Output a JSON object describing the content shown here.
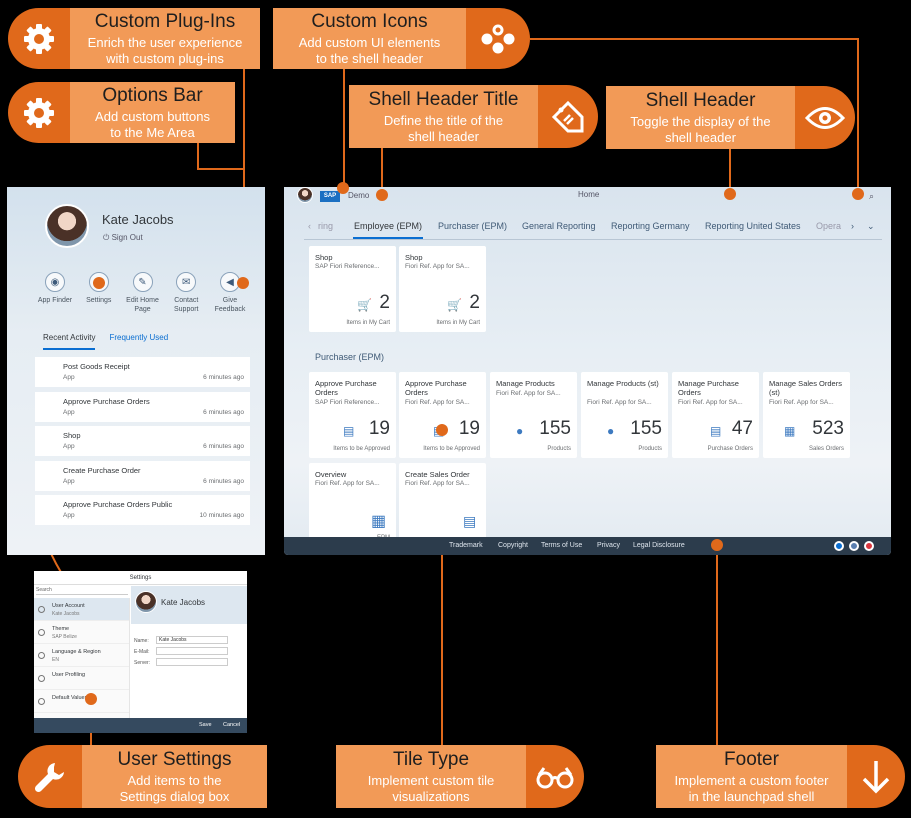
{
  "callouts": {
    "plugins": {
      "title": "Custom Plug-Ins",
      "desc1": "Enrich the user experience",
      "desc2": "with custom plug-ins",
      "icon": "gear-icon"
    },
    "options": {
      "title": "Options Bar",
      "desc1": "Add custom buttons",
      "desc2": "to the Me Area",
      "icon": "gear-icon"
    },
    "icons": {
      "title": "Custom Icons",
      "desc1": "Add custom UI elements",
      "desc2": "to the shell header",
      "icon": "dots-icon"
    },
    "header_title": {
      "title": "Shell Header Title",
      "desc1": "Define the title of the",
      "desc2": "shell header",
      "icon": "tag-icon"
    },
    "shell_header": {
      "title": "Shell Header",
      "desc1": "Toggle the display of the",
      "desc2": "shell header",
      "icon": "eye-icon"
    },
    "user_settings": {
      "title": "User Settings",
      "desc1": "Add items to the",
      "desc2": "Settings dialog box",
      "icon": "wrench-icon"
    },
    "tile_type": {
      "title": "Tile Type",
      "desc1": "Implement custom tile",
      "desc2": "visualizations",
      "icon": "glasses-icon"
    },
    "footer": {
      "title": "Footer",
      "desc1": "Implement a custom footer",
      "desc2": "in the launchpad shell",
      "icon": "arrow-down-icon"
    }
  },
  "me_area": {
    "name": "Kate Jacobs",
    "sign_out": "Sign Out",
    "actions": [
      {
        "label": "App Finder",
        "icon": "binoculars-icon"
      },
      {
        "label": "Settings",
        "icon": "gear-icon"
      },
      {
        "label": "Edit Home Page",
        "icon": "pencil-icon"
      },
      {
        "label": "Contact Support",
        "icon": "envelope-icon"
      },
      {
        "label": "Give Feedback",
        "icon": "megaphone-icon"
      }
    ],
    "tabs": [
      "Recent Activity",
      "Frequently Used"
    ],
    "items": [
      {
        "title": "Post Goods Receipt",
        "sub": "App",
        "time": "6 minutes ago"
      },
      {
        "title": "Approve Purchase Orders",
        "sub": "App",
        "time": "6 minutes ago"
      },
      {
        "title": "Shop",
        "sub": "App",
        "time": "6 minutes ago"
      },
      {
        "title": "Create Purchase Order",
        "sub": "App",
        "time": "6 minutes ago"
      },
      {
        "title": "Approve Purchase Orders Public",
        "sub": "App",
        "time": "10 minutes ago"
      }
    ]
  },
  "settings": {
    "title": "Settings",
    "search": "Search",
    "items": [
      {
        "a": "User Account",
        "b": "Kate Jacobs"
      },
      {
        "a": "Theme",
        "b": "SAP Belize"
      },
      {
        "a": "Language & Region",
        "b": "EN"
      },
      {
        "a": "User Profiling",
        "b": ""
      },
      {
        "a": "Default Values",
        "b": ""
      }
    ],
    "profile_name": "Kate Jacobs",
    "fields": [
      {
        "label": "Name:",
        "value": "Kate Jacobs"
      },
      {
        "label": "E-Mail:",
        "value": ""
      },
      {
        "label": "Server:",
        "value": ""
      }
    ],
    "save": "Save",
    "cancel": "Cancel"
  },
  "launchpad": {
    "logo": "SAP",
    "app": "Demo",
    "title": "Home",
    "tabs": [
      "ring",
      "Employee (EPM)",
      "Purchaser (EPM)",
      "General Reporting",
      "Reporting Germany",
      "Reporting United States",
      "Opera"
    ],
    "group_label": "Purchaser (EPM)",
    "tiles_row1": [
      {
        "t1": "Shop",
        "t2": "SAP Fiori Reference...",
        "num": "2",
        "foot": "Items in My Cart",
        "icon": "cart-icon",
        "glyph": "🛒"
      },
      {
        "t1": "Shop",
        "t2": "Fiori Ref. App for SA...",
        "num": "2",
        "foot": "Items in My Cart",
        "icon": "cart-icon",
        "glyph": "🛒"
      }
    ],
    "tiles_row2": [
      {
        "t1": "Approve Purchase Orders",
        "t2": "SAP Fiori Reference...",
        "num": "19",
        "foot": "Items to be Approved",
        "icon": "document-icon",
        "glyph": "▤"
      },
      {
        "t1": "Approve Purchase Orders",
        "t2": "Fiori Ref. App for SA...",
        "num": "19",
        "foot": "Items to be Approved",
        "icon": "document-icon",
        "glyph": "▤"
      },
      {
        "t1": "Manage Products",
        "t2": "Fiori Ref. App for SA...",
        "num": "155",
        "foot": "Products",
        "icon": "product-icon",
        "glyph": "●"
      },
      {
        "t1": "Manage Products (st)",
        "t2": "Fiori Ref. App for SA...",
        "num": "155",
        "foot": "Products",
        "icon": "product-icon",
        "glyph": "●"
      },
      {
        "t1": "Manage Purchase Orders",
        "t2": "Fiori Ref. App for SA...",
        "num": "47",
        "foot": "Purchase Orders",
        "icon": "document-icon",
        "glyph": "▤"
      },
      {
        "t1": "Manage Sales Orders (st)",
        "t2": "Fiori Ref. App for SA...",
        "num": "523",
        "foot": "Sales Orders",
        "icon": "sales-icon",
        "glyph": "▦"
      }
    ],
    "tiles_row3": [
      {
        "t1": "Overview",
        "t2": "Fiori Ref. App for SA...",
        "foot": "EPM",
        "icon": "overview-icon",
        "glyph": "▦"
      },
      {
        "t1": "Create Sales Order",
        "t2": "Fiori Ref. App for SA...",
        "foot": "",
        "icon": "sales-icon",
        "glyph": "▤"
      }
    ],
    "footer_links": [
      "Trademark",
      "Copyright",
      "Terms of Use",
      "Privacy",
      "Legal Disclosure"
    ],
    "footer_dots": [
      "#0a6ed1",
      "#5b7fb0",
      "#d9363e"
    ]
  },
  "colors": {
    "accent": "#e0691b",
    "callout": "#f29a57"
  }
}
